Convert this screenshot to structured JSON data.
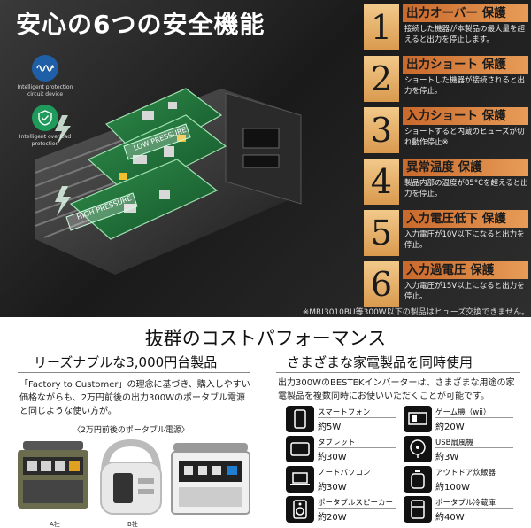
{
  "title": "安心の6つの安全機能",
  "badges": [
    {
      "label": "Intelligent protection circuit device",
      "icon": "waveform-icon",
      "color": "#1f5fa8"
    },
    {
      "label": "Intelligent overload protection",
      "icon": "shield-check-icon",
      "color": "#1e9a5a"
    }
  ],
  "device_labels": {
    "low": "LOW PRESSURE",
    "high": "HIGH PRESSURE"
  },
  "features": [
    {
      "num": "1",
      "head": "出力オーバー 保護",
      "desc": "接続した機器が本製品の最大量を超えると出力を停止します。"
    },
    {
      "num": "2",
      "head": "出力ショート 保護",
      "desc": "ショートした機器が接続されると出力を停止。"
    },
    {
      "num": "3",
      "head": "入力ショート 保護",
      "desc": "ショートすると内蔵のヒューズが切れ動作停止※"
    },
    {
      "num": "4",
      "head": "異常温度 保護",
      "desc": "製品内部の温度が85°Cを超えると出力を停止。"
    },
    {
      "num": "5",
      "head": "入力電圧低下 保護",
      "desc": "入力電圧が10V以下になると出力を停止。"
    },
    {
      "num": "6",
      "head": "入力過電圧 保護",
      "desc": "入力電圧が15V以上になると出力を停止。"
    }
  ],
  "footnote": "※MRI3010BU等300W以下の製品はヒューズ交換できません。",
  "section_title": "抜群のコストパフォーマンス",
  "left": {
    "title": "リーズナブルな3,000円台製品",
    "para": "「Factory to Customer」の理念に基づき、購入しやすい価格ながらも、2万円前後の出力300Wのポータブル電源と同じような使い方が。",
    "sub": "〈2万円前後のポータブル電源〉",
    "products": [
      "A社",
      "B社",
      ""
    ]
  },
  "right": {
    "title": "さまざまな家電製品を同時使用",
    "para": "出力300WのBESTEKインバーターは、さまざまな用途の家電製品を複数同時にお使いいただくことが可能です。",
    "appliances": [
      {
        "name": "スマートフォン",
        "power": "約5W",
        "icon": "smartphone-icon"
      },
      {
        "name": "ゲーム機（wii）",
        "power": "約20W",
        "icon": "game-console-icon"
      },
      {
        "name": "タブレット",
        "power": "約30W",
        "icon": "tablet-icon"
      },
      {
        "name": "USB扇風機",
        "power": "約3W",
        "icon": "fan-icon"
      },
      {
        "name": "ノートパソコン",
        "power": "約30W",
        "icon": "laptop-icon"
      },
      {
        "name": "アウトドア炊飯器",
        "power": "約100W",
        "icon": "rice-cooker-icon"
      },
      {
        "name": "ポータブルスピーカー",
        "power": "約20W",
        "icon": "speaker-icon"
      },
      {
        "name": "ポータブル冷蔵庫",
        "power": "約40W",
        "icon": "fridge-icon"
      }
    ]
  }
}
